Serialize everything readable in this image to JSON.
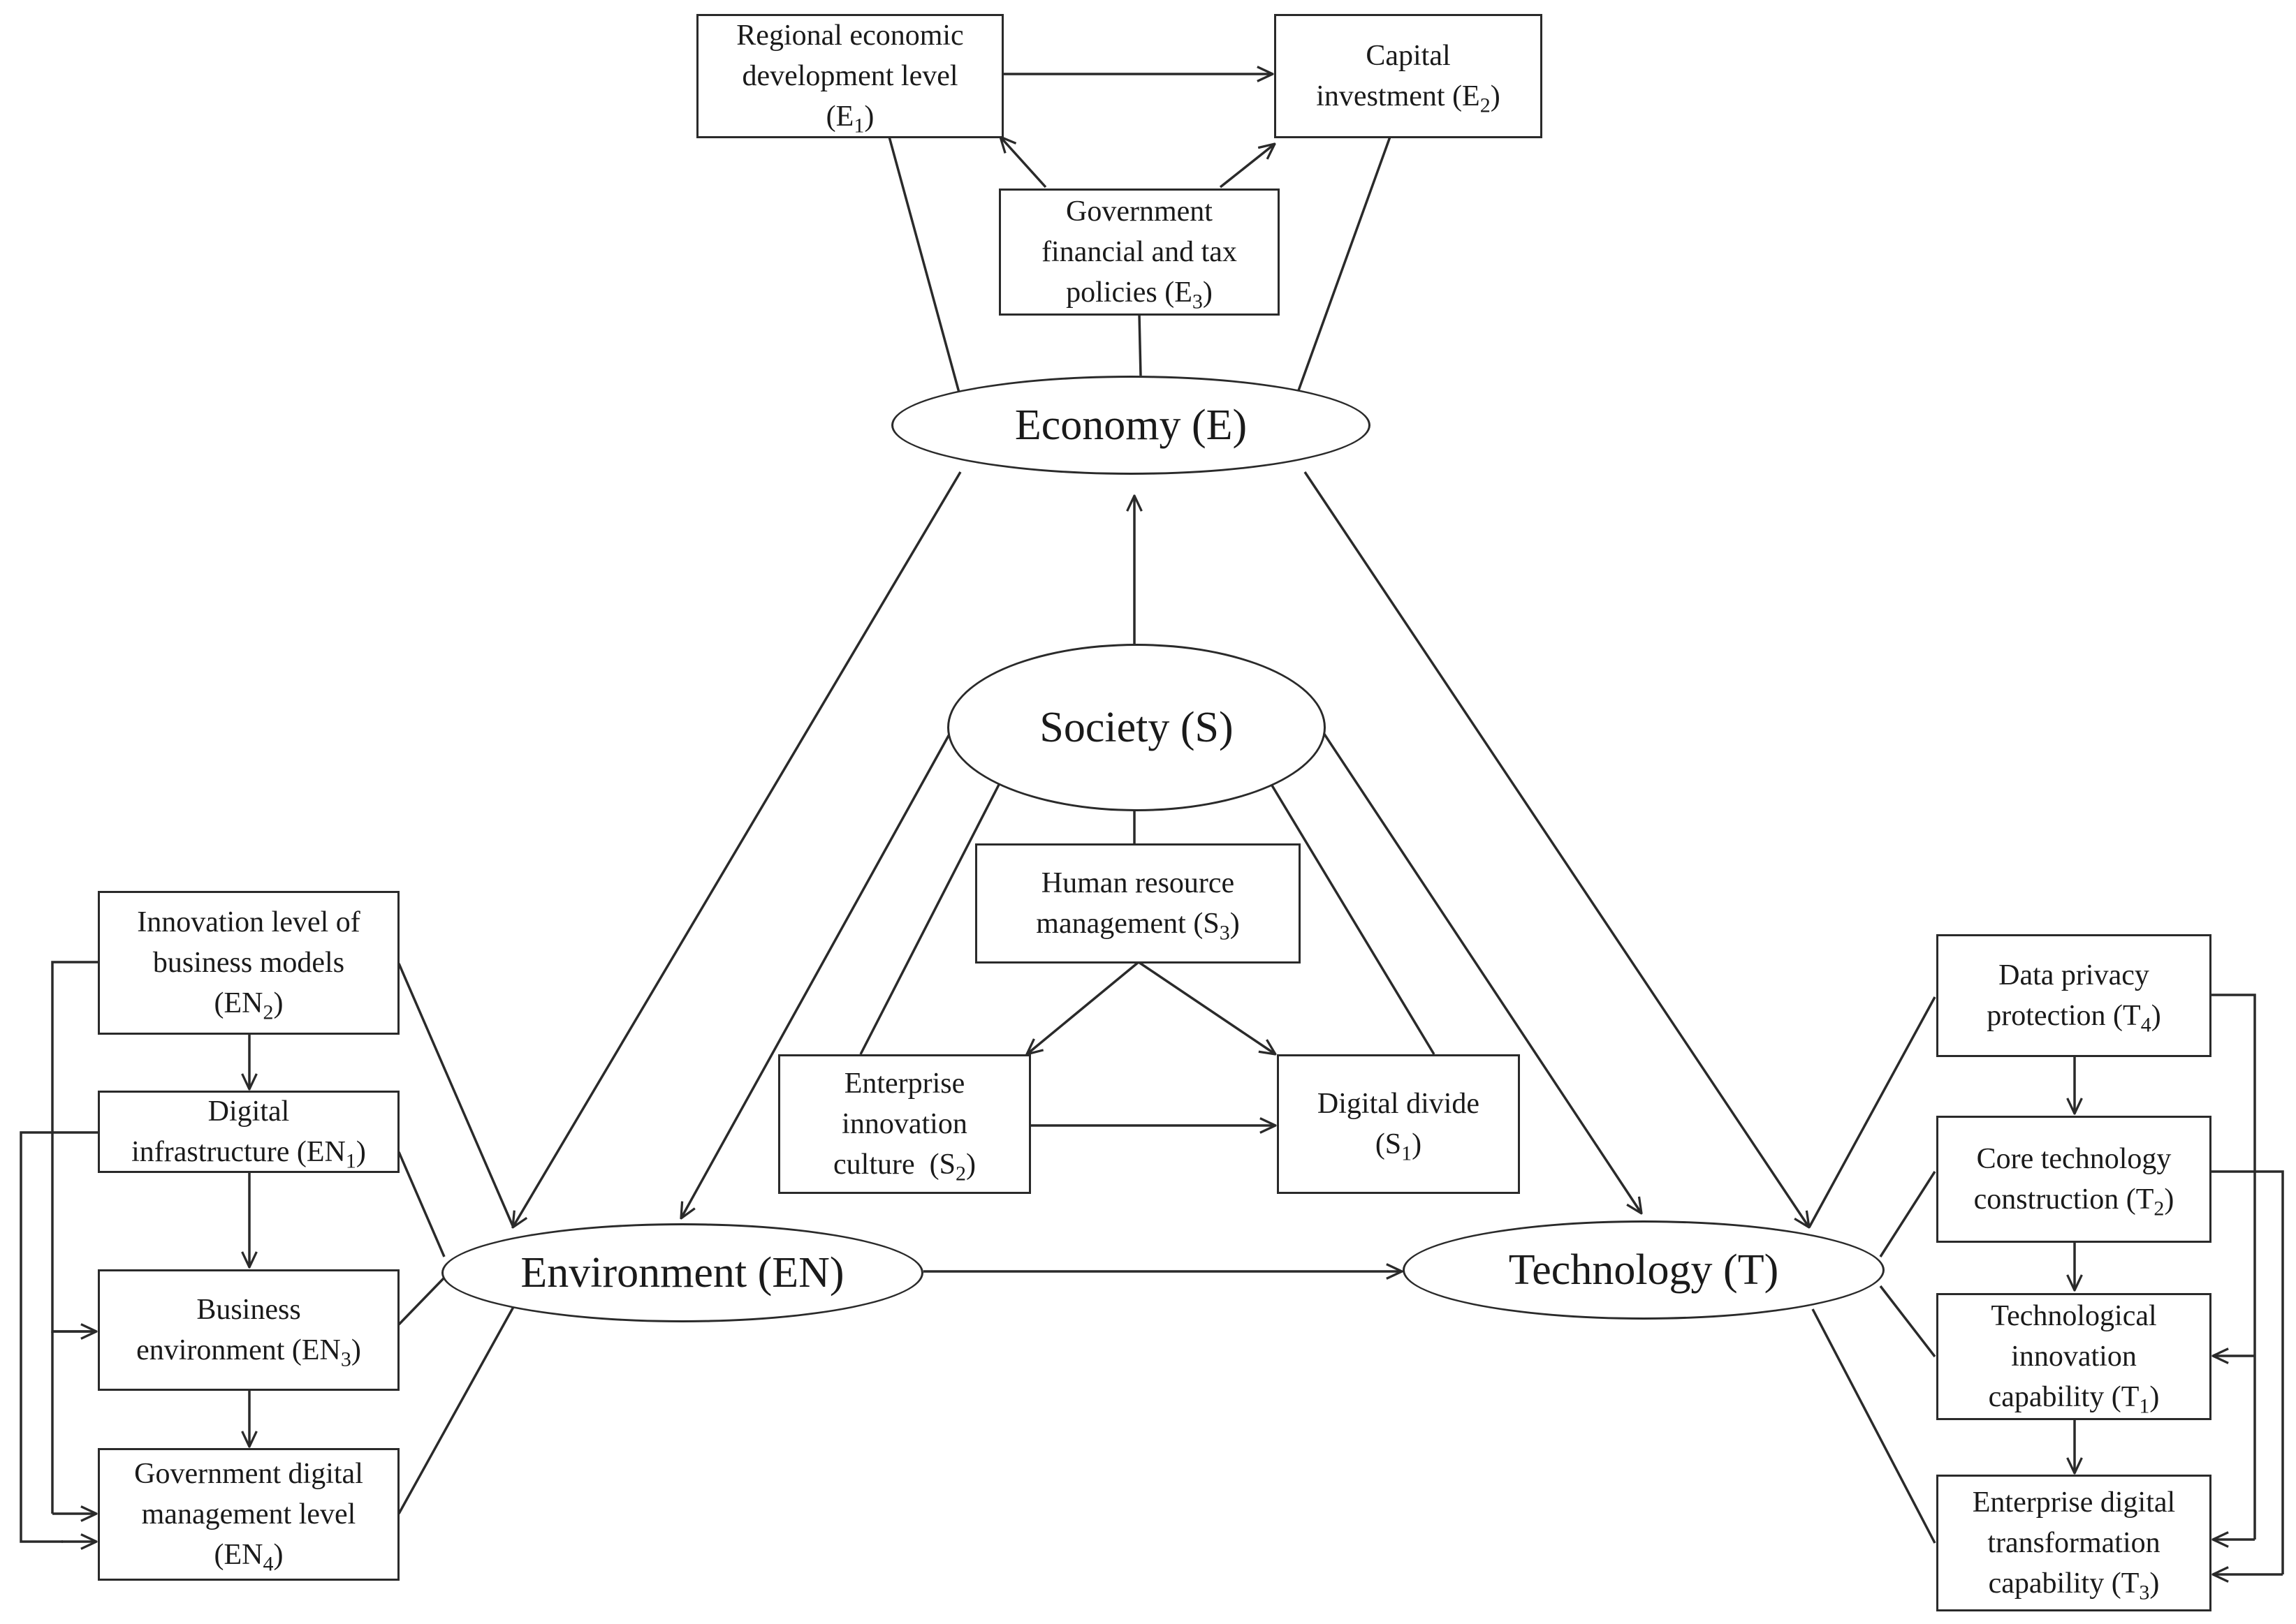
{
  "ellipses": {
    "economy": "Economy (E)",
    "society": "Society (S)",
    "environment": "Environment (EN)",
    "technology": "Technology (T)"
  },
  "boxes": {
    "e1": {
      "lines": [
        "Regional economic",
        "development level",
        "(E"
      ],
      "sub": "1",
      "tail": ")"
    },
    "e2": {
      "lines": [
        "Capital",
        "investment (E"
      ],
      "sub": "2",
      "tail": ")"
    },
    "e3": {
      "lines": [
        "Government",
        "financial and tax",
        "policies (E"
      ],
      "sub": "3",
      "tail": ")"
    },
    "s3": {
      "lines": [
        "Human resource",
        "management (S"
      ],
      "sub": "3",
      "tail": ")"
    },
    "s2": {
      "lines": [
        "Enterprise",
        "innovation",
        "culture  (S"
      ],
      "sub": "2",
      "tail": ")"
    },
    "s1": {
      "lines": [
        "Digital divide",
        "(S"
      ],
      "sub": "1",
      "tail": ")"
    },
    "en2": {
      "lines": [
        "Innovation level of",
        "business models",
        "(EN"
      ],
      "sub": "2",
      "tail": ")"
    },
    "en1": {
      "lines": [
        "Digital",
        "infrastructure (EN"
      ],
      "sub": "1",
      "tail": ")"
    },
    "en3": {
      "lines": [
        "Business",
        "environment (EN"
      ],
      "sub": "3",
      "tail": ")"
    },
    "en4": {
      "lines": [
        "Government digital",
        "management level",
        "(EN"
      ],
      "sub": "4",
      "tail": ")"
    },
    "t4": {
      "lines": [
        "Data privacy",
        "protection (T"
      ],
      "sub": "4",
      "tail": ")"
    },
    "t2": {
      "lines": [
        "Core technology",
        "construction (T"
      ],
      "sub": "2",
      "tail": ")"
    },
    "t1": {
      "lines": [
        "Technological",
        "innovation",
        "capability (T"
      ],
      "sub": "1",
      "tail": ")"
    },
    "t3": {
      "lines": [
        "Enterprise digital",
        "transformation",
        "capability (T"
      ],
      "sub": "3",
      "tail": ")"
    }
  }
}
